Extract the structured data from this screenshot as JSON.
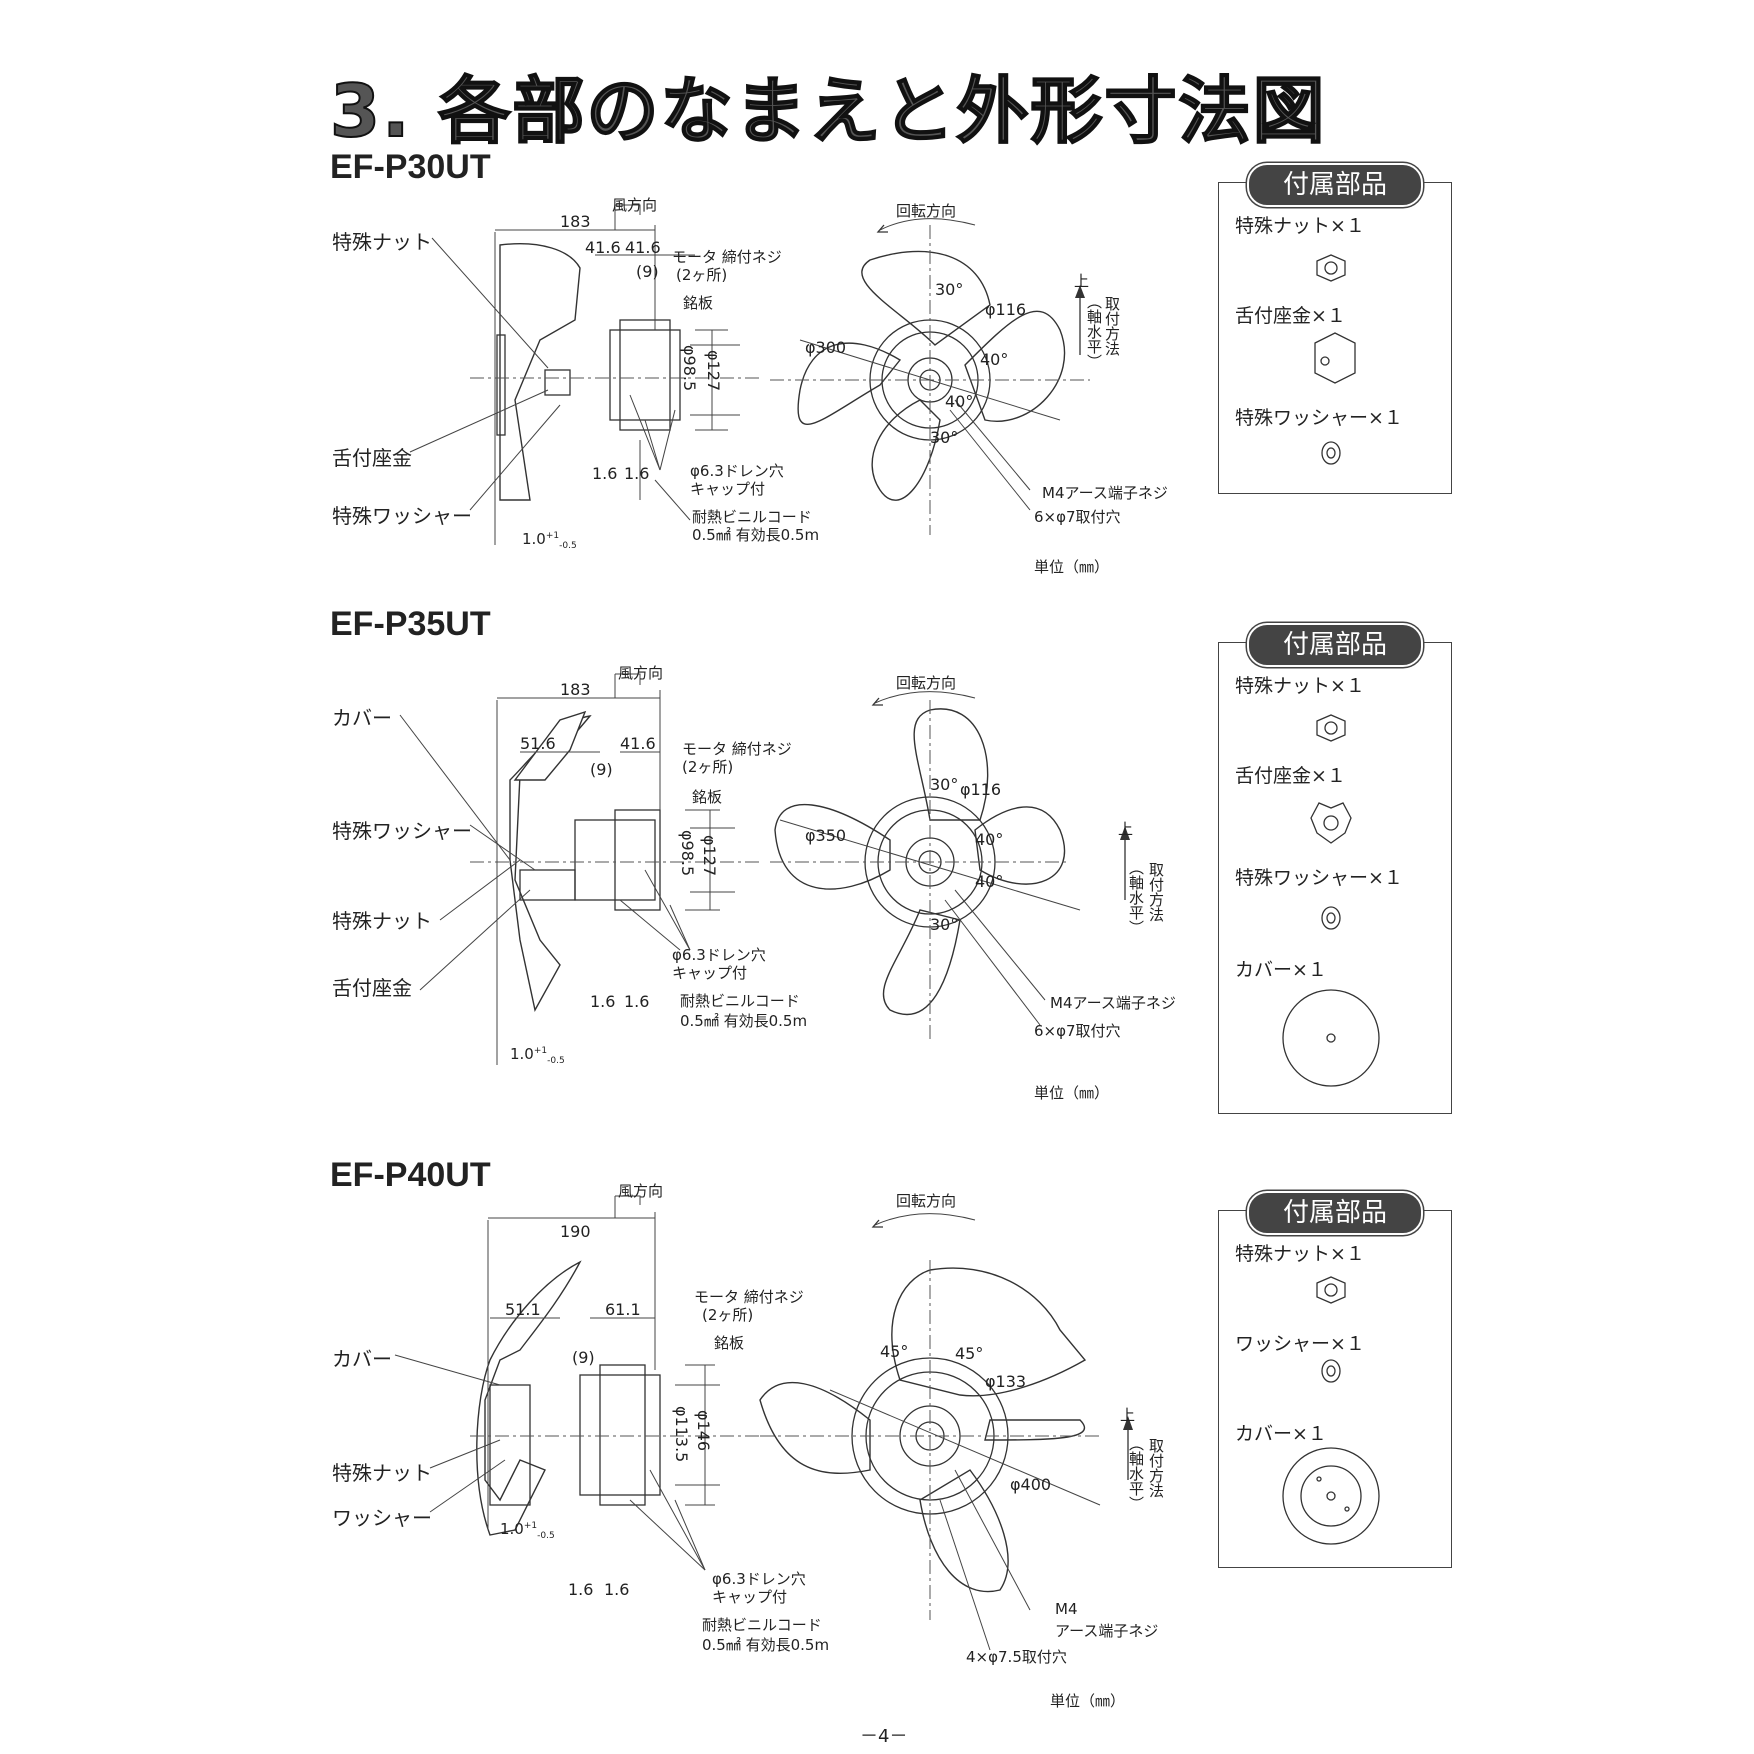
{
  "page_title": "3. 各部のなまえと外形寸法図",
  "page_number": "－4－",
  "unit_label": "単位（㎜）",
  "labels": {
    "wind_direction": "風方向",
    "rotation_direction": "回転方向",
    "motor_screw": "モータ 締付ネジ",
    "motor_screw_count": "(2ヶ所)",
    "nameplate": "銘板",
    "drain_hole": "φ6.3ドレン穴",
    "drain_cap": "キャップ付",
    "cord": "耐熱ビニルコード",
    "cord_spec": "0.5㎟ 有効長0.5m",
    "earth_screw": "M4アース端子ネジ",
    "mount_up": "上",
    "mount_method": "取付方法",
    "mount_axis": "（軸水平）",
    "parts_title": "付属部品",
    "tolerance": "1.0",
    "tol_sup": "+1",
    "tol_sub": "-0.5",
    "dim_9": "(9)",
    "dim_16": "1.6"
  },
  "sections": [
    {
      "model": "EF-P30UT",
      "parts_labels": [
        "特殊ナット",
        "舌付座金",
        "特殊ワッシャー"
      ],
      "dims": {
        "length": "183",
        "d1": "41.6",
        "d2": "41.6",
        "phi_inner": "φ98.5",
        "phi_outer": "φ127",
        "phi_blade": "φ300",
        "phi_bolt": "φ116",
        "angle_a": "30°",
        "angle_b": "40°",
        "angle_c": "40°",
        "angle_d": "30°"
      },
      "mount_holes": "6×φ7取付穴",
      "accessories": [
        "特殊ナット×１",
        "舌付座金×１",
        "特殊ワッシャー×１"
      ]
    },
    {
      "model": "EF-P35UT",
      "parts_labels": [
        "カバー",
        "特殊ワッシャー",
        "特殊ナット",
        "舌付座金"
      ],
      "dims": {
        "length": "183",
        "d1": "51.6",
        "d2": "41.6",
        "phi_inner": "φ98.5",
        "phi_outer": "φ127",
        "phi_blade": "φ350",
        "phi_bolt": "φ116",
        "angle_a": "30°",
        "angle_b": "40°",
        "angle_c": "40°",
        "angle_d": "30°"
      },
      "mount_holes": "6×φ7取付穴",
      "accessories": [
        "特殊ナット×１",
        "舌付座金×１",
        "特殊ワッシャー×１",
        "カバー×１"
      ]
    },
    {
      "model": "EF-P40UT",
      "parts_labels": [
        "カバー",
        "特殊ナット",
        "ワッシャー"
      ],
      "dims": {
        "length": "190",
        "d1": "51.1",
        "d2": "61.1",
        "phi_inner": "φ113.5",
        "phi_outer": "φ146",
        "phi_blade": "φ400",
        "phi_bolt": "φ133",
        "angle_a": "45°",
        "angle_b": "45°"
      },
      "mount_holes": "4×φ7.5取付穴",
      "earth_a": "M4",
      "earth_b": "アース端子ネジ",
      "accessories": [
        "特殊ナット×１",
        "ワッシャー×１",
        "カバー×１"
      ]
    }
  ]
}
